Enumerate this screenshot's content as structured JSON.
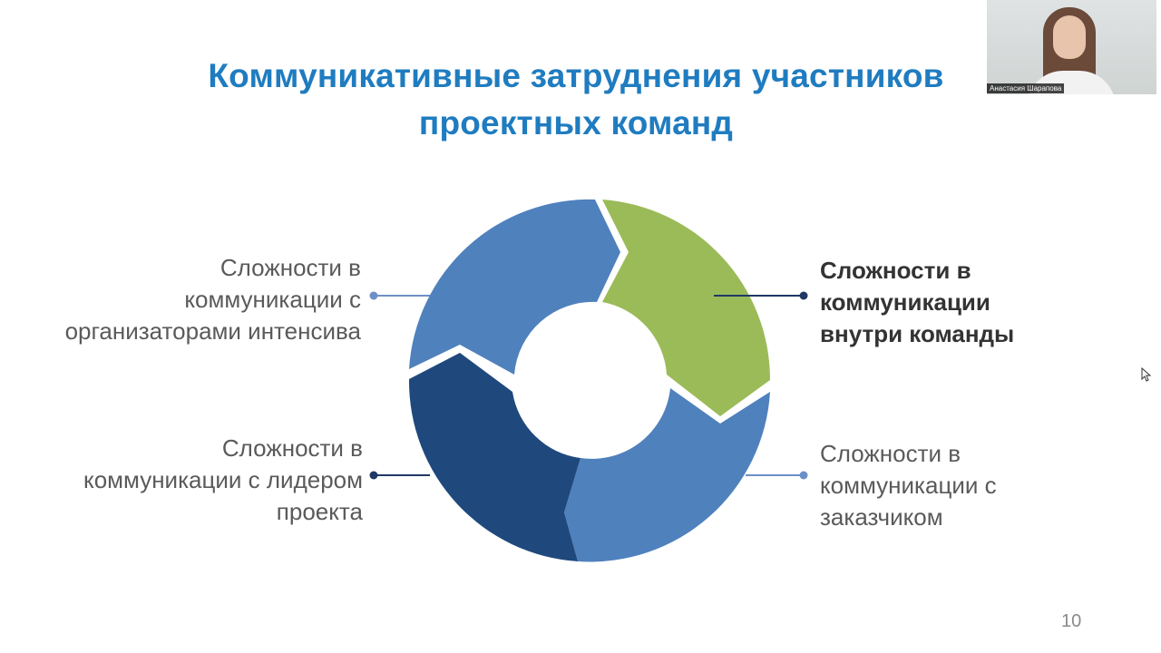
{
  "slide": {
    "title_line1": "Коммуникативные затруднения участников",
    "title_line2": "проектных команд",
    "page_number": "10"
  },
  "labels": {
    "top_left": [
      "Сложности в",
      "коммуникации с",
      "организаторами интенсива"
    ],
    "top_right": [
      "Сложности в",
      "коммуникации",
      "внутри команды"
    ],
    "bottom_left": [
      "Сложности в",
      "коммуникации с лидером",
      "проекта"
    ],
    "bottom_right": [
      "Сложности в",
      "коммуникации с",
      "заказчиком"
    ]
  },
  "webcam": {
    "participant_name": "Анастасия Шарапова"
  },
  "colors": {
    "title": "#1f7cc0",
    "segment_green": "#9bbb59",
    "segment_light_blue": "#4f81bd",
    "segment_dark_blue": "#1f497d",
    "connector_dark": "#1f3864",
    "connector_light": "#6d8fc7"
  },
  "icons": {
    "cursor": "mouse-cursor-icon"
  }
}
